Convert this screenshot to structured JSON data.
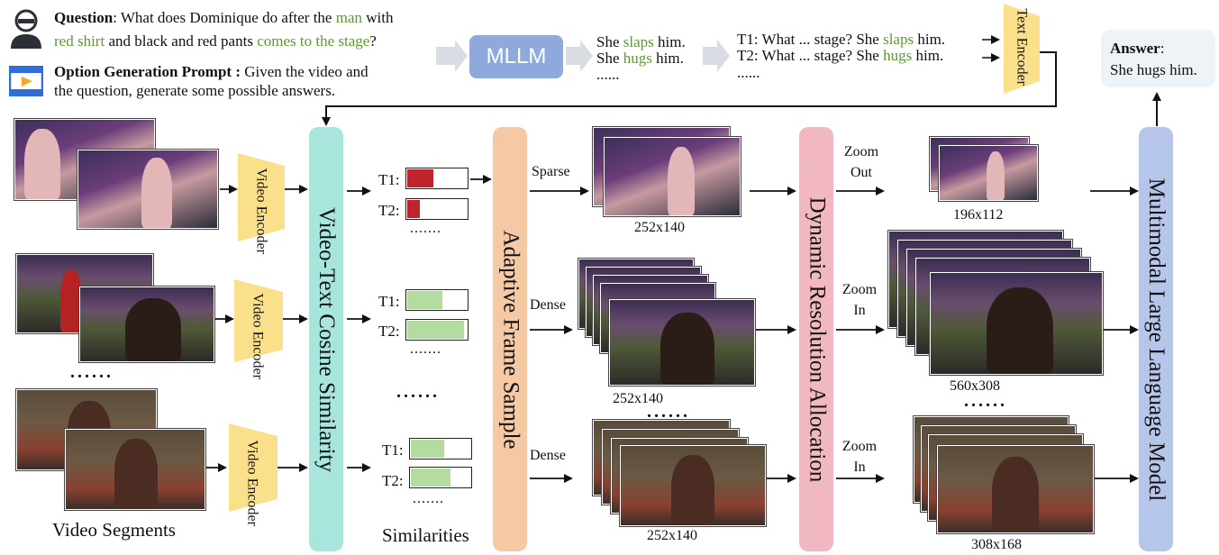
{
  "question": {
    "label": "Question",
    "segments_line1": [
      {
        "text": ": What does Dominique do after the ",
        "green": false
      },
      {
        "text": "man",
        "green": true
      },
      {
        "text": " with",
        "green": false
      }
    ],
    "segments_line2": [
      {
        "text": "red shirt",
        "green": true
      },
      {
        "text": " and black and red pants ",
        "green": false
      },
      {
        "text": "comes to the stage",
        "green": true
      },
      {
        "text": "?",
        "green": false
      }
    ]
  },
  "prompt": {
    "label": "Option Generation Prompt :",
    "line1_rest": " Given the video and",
    "line2": "the question, generate some possible answers."
  },
  "mllm_label": "MLLM",
  "options": {
    "o1_pre": "She ",
    "o1_verb": "slaps",
    "o1_post": " him.",
    "o2_pre": "She ",
    "o2_verb": "hugs",
    "o2_post": " him.",
    "more": "......"
  },
  "texts": {
    "t1_pre": "T1: What ... stage? She ",
    "t1_verb": "slaps",
    "t1_post": " him.",
    "t2_pre": "T2: What ... stage? She ",
    "t2_verb": "hugs",
    "t2_post": " him.",
    "more": "......"
  },
  "text_encoder_label": "Text Encoder",
  "answer": {
    "label": "Answer",
    "colon": ":",
    "text": "She hugs him."
  },
  "video_encoder_label": "Video Encoder",
  "cosine_label": "Video-Text Cosine Similarity",
  "adaptive_label": "Adaptive Frame Sample",
  "dynamic_label": "Dynamic Resolution Allocation",
  "mllm_long_label": "Multimodal Large Language Model",
  "sim_t1": "T1:",
  "sim_t2": "T2:",
  "sim_dots": ".......",
  "similarity_values": {
    "row1": {
      "t1": 0.42,
      "t2": 0.2
    },
    "row2": {
      "t1": 0.58,
      "t2": 0.93
    },
    "row3": {
      "t1": 0.55,
      "t2": 0.64
    }
  },
  "colors": {
    "red_fill": "#c0232c",
    "green_fill": "#b4dba0",
    "cosine_bar": "#a8e6dd",
    "adaptive_bar": "#f6c9a5",
    "dynamic_bar": "#f2b8c2",
    "mllm_bar": "#b6c6ea",
    "encoder": "#fbe08c",
    "mllm_box": "#8fa9dc"
  },
  "sparse_label": "Sparse",
  "dense_label": "Dense",
  "zoom_out_line1": "Zoom",
  "zoom_out_line2": "Out",
  "zoom_in_line1": "Zoom",
  "zoom_in_line2": "In",
  "res_252": "252x140",
  "res_196": "196x112",
  "res_560": "560x308",
  "res_308": "308x168",
  "video_segments_label": "Video Segments",
  "similarities_label": "Similarities",
  "ellipsis": "......",
  "ellipsis_mid": "......"
}
